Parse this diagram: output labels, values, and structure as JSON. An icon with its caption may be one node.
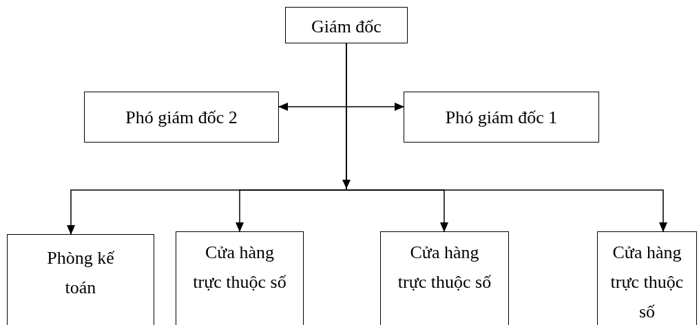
{
  "diagram": {
    "nodes": [
      {
        "text": [
          "Giám đốc"
        ]
      },
      {
        "text": [
          "Phó giám đốc 2"
        ]
      },
      {
        "text": [
          "Phó giám đốc 1"
        ]
      },
      {
        "text": [
          "Phòng kế toán"
        ]
      },
      {
        "text": [
          "Cửa hàng trực thuộc số"
        ]
      },
      {
        "text": [
          "Cửa hàng trực thuộc số"
        ]
      },
      {
        "text": [
          "Cửa hàng trực thuộc số"
        ]
      }
    ],
    "edges": [
      {
        "from": 1,
        "to": 2,
        "arrow": "both"
      },
      {
        "from": 0,
        "to": 3,
        "arrow": "to"
      },
      {
        "from": 0,
        "to": 4,
        "arrow": "to"
      },
      {
        "from": 0,
        "to": 5,
        "arrow": "to"
      },
      {
        "from": 0,
        "to": 6,
        "arrow": "to"
      }
    ]
  }
}
